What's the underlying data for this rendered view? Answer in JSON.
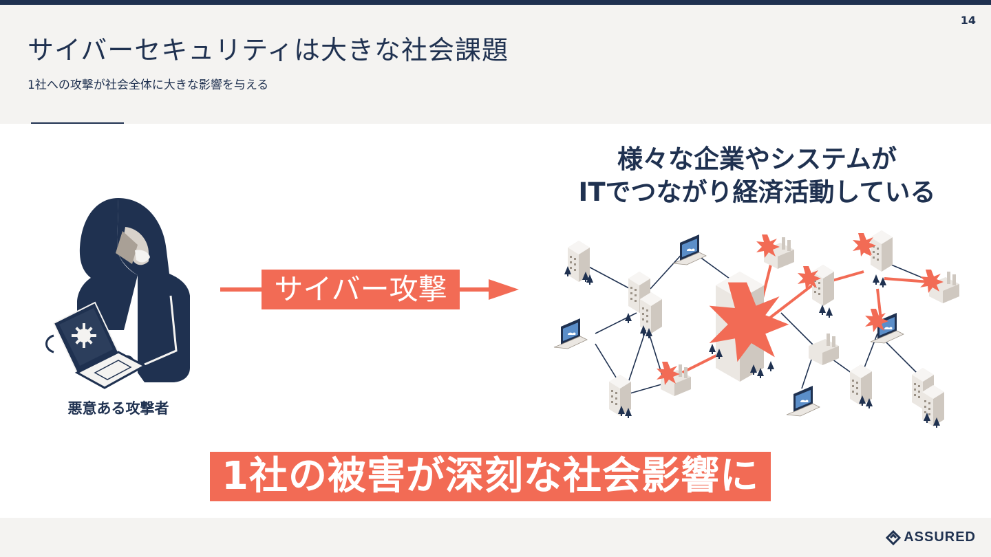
{
  "slide": {
    "page_number": "14",
    "title": "サイバーセキュリティは大きな社会課題",
    "subtitle": "1社への攻撃が社会全体に大きな影響を与える"
  },
  "attacker": {
    "label": "悪意ある攻撃者",
    "icon": "hooded-hacker-with-laptop-icon"
  },
  "attack": {
    "label": "サイバー攻撃",
    "icon": "arrow-right-icon"
  },
  "network": {
    "heading_line1": "様々な企業やシステムが",
    "heading_line2": "ITでつながり経済活動している",
    "icon": "connected-companies-network-illustration"
  },
  "conclusion": {
    "text": "1社の被害が深刻な社会影響に"
  },
  "footer": {
    "logo_text": "ASSURED",
    "logo_icon": "assured-logo-icon"
  },
  "colors": {
    "navy": "#1f3150",
    "accent": "#f26b55",
    "panel": "#f4f3f1"
  }
}
